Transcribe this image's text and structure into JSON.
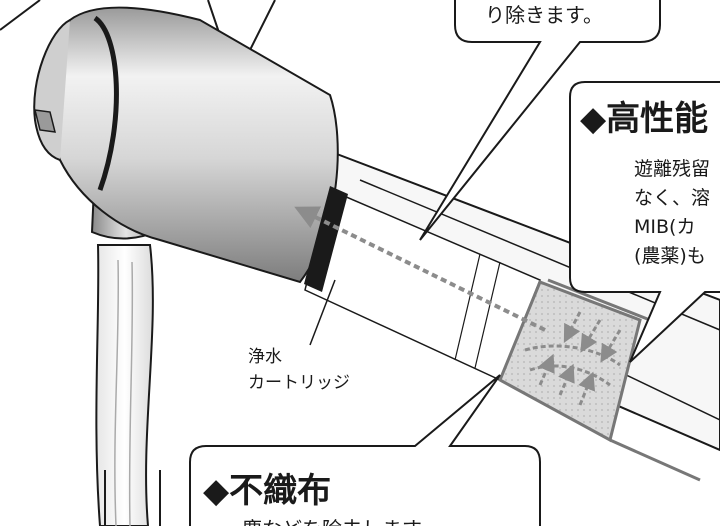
{
  "top_callout": {
    "text": "り除きます。"
  },
  "high_perf_callout": {
    "title": "◆高性能",
    "lines": [
      "遊離残留",
      "なく、溶",
      "MIB(カ",
      "(農薬)も"
    ]
  },
  "cartridge_label": {
    "line1": "浄水",
    "line2": "カートリッジ"
  },
  "nonwoven_callout": {
    "title": "◆不織布",
    "body": "塵などを除去します"
  },
  "colors": {
    "outline": "#1a1a1a",
    "metal_light": "#e8e8e8",
    "metal_dark": "#8f8f8f",
    "tube": "#f7f7f7",
    "filter": "#d9d9d9",
    "flow_arrow": "#8c8c8c"
  }
}
